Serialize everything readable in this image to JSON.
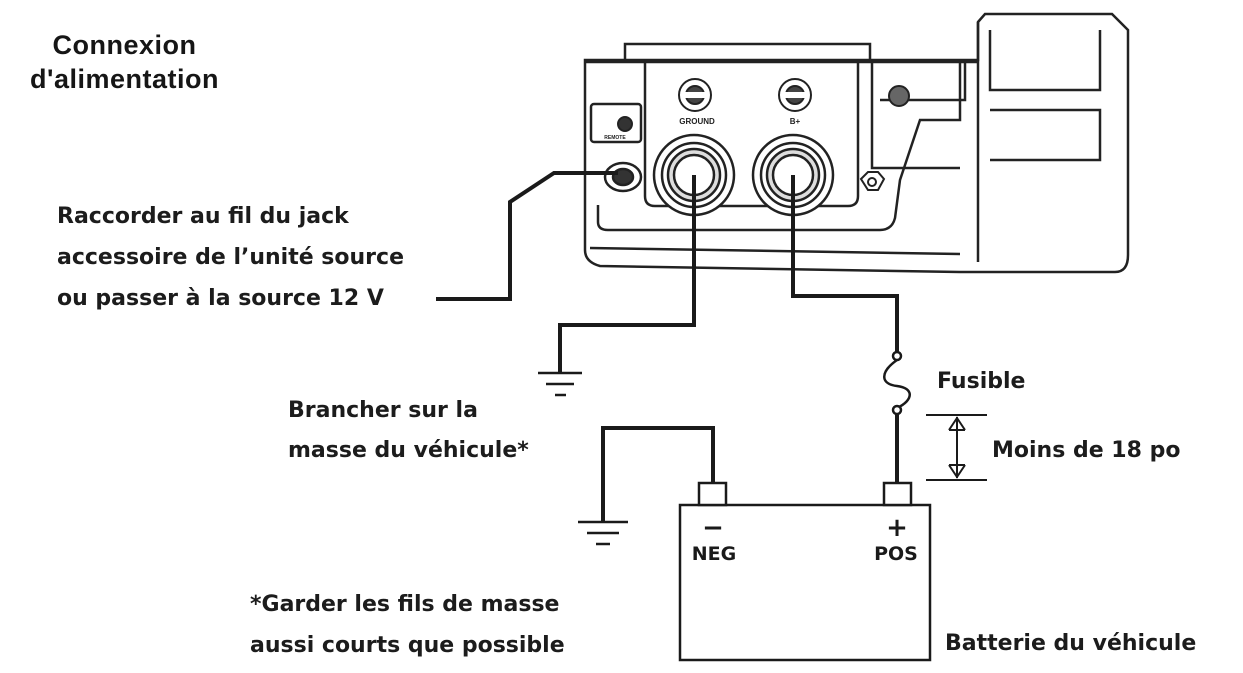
{
  "title": {
    "line1": "Connexion",
    "line2": "d'alimentation"
  },
  "labels": {
    "remote_line1": "Raccorder au fil du jack",
    "remote_line2": "accessoire de l’unité source",
    "remote_line3": "ou passer à la source 12 V",
    "ground_line1": "Brancher sur la",
    "ground_line2": "masse du véhicule*",
    "fuse": "Fusible",
    "distance": "Moins de 18 po",
    "footnote_line1": "*Garder les fils de masse",
    "footnote_line2": "aussi courts que possible",
    "battery": "Batterie du véhicule"
  },
  "amplifier": {
    "terminal_ground": "GROUND",
    "terminal_bplus": "B+",
    "terminal_remote": "REMOTE"
  },
  "battery": {
    "neg_symbol": "−",
    "neg_label": "NEG",
    "pos_symbol": "+",
    "pos_label": "POS"
  }
}
